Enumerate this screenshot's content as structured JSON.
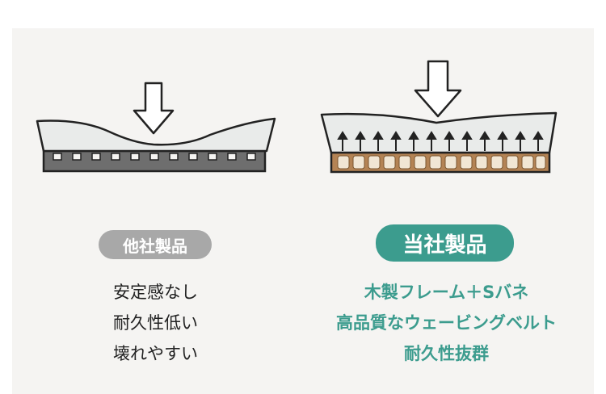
{
  "colors": {
    "accent": "#3c9c8e",
    "badge_gray": "#a8a8a8",
    "panel_bg": "#f5f4f2",
    "text_dark": "#222222"
  },
  "left": {
    "badge": "他社製品",
    "lines": [
      "安定感なし",
      "耐久性低い",
      "壊れやすい"
    ],
    "icon": "down-arrow-icon"
  },
  "right": {
    "badge": "当社製品",
    "lines": [
      "木製フレーム＋Sバネ",
      "高品質なウェービングベルト",
      "耐久性抜群"
    ],
    "icon": "down-arrow-icon"
  }
}
